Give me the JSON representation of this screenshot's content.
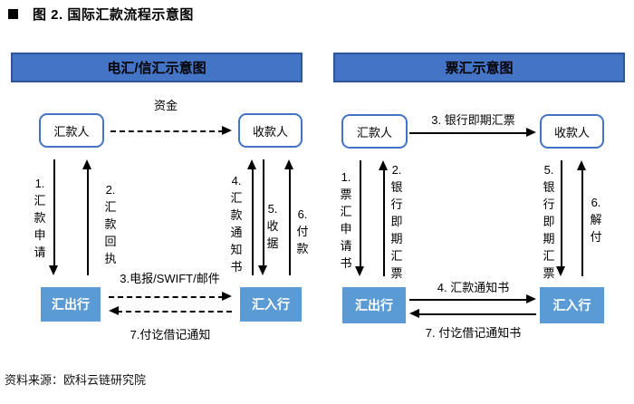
{
  "page": {
    "title": "图 2. 国际汇款流程示意图",
    "source": "资料来源：欧科云链研究院"
  },
  "colors": {
    "banner_bg": "#4374C6",
    "banner_border": "#2F5597",
    "node_border": "#4472C4",
    "bank_bg": "#5B9BD5",
    "arrow": "#000000"
  },
  "left_panel": {
    "title": "电汇/信汇示意图",
    "remitter": "汇款人",
    "payee": "收款人",
    "funds_label": "资金",
    "bank_out": "汇出行",
    "bank_in": "汇入行",
    "steps": {
      "s1": "1.汇款申请",
      "s2": "2.汇款回执",
      "s3": "3.电报/SWIFT/邮件",
      "s4": "4.汇款通知书",
      "s5": "5.收据",
      "s6": "6.付款",
      "s7": "7.付讫借记通知"
    }
  },
  "right_panel": {
    "title": "票汇示意图",
    "remitter": "汇款人",
    "payee": "收款人",
    "bank_out": "汇出行",
    "bank_in": "汇入行",
    "steps": {
      "s1": "1.票汇申请书",
      "s2": "2.银行即期汇票",
      "s3": "3. 银行即期汇票",
      "s4": "4. 汇款通知书",
      "s5": "5.银行即期汇票",
      "s6": "6.解付",
      "s7": "7. 付讫借记通知书"
    }
  }
}
